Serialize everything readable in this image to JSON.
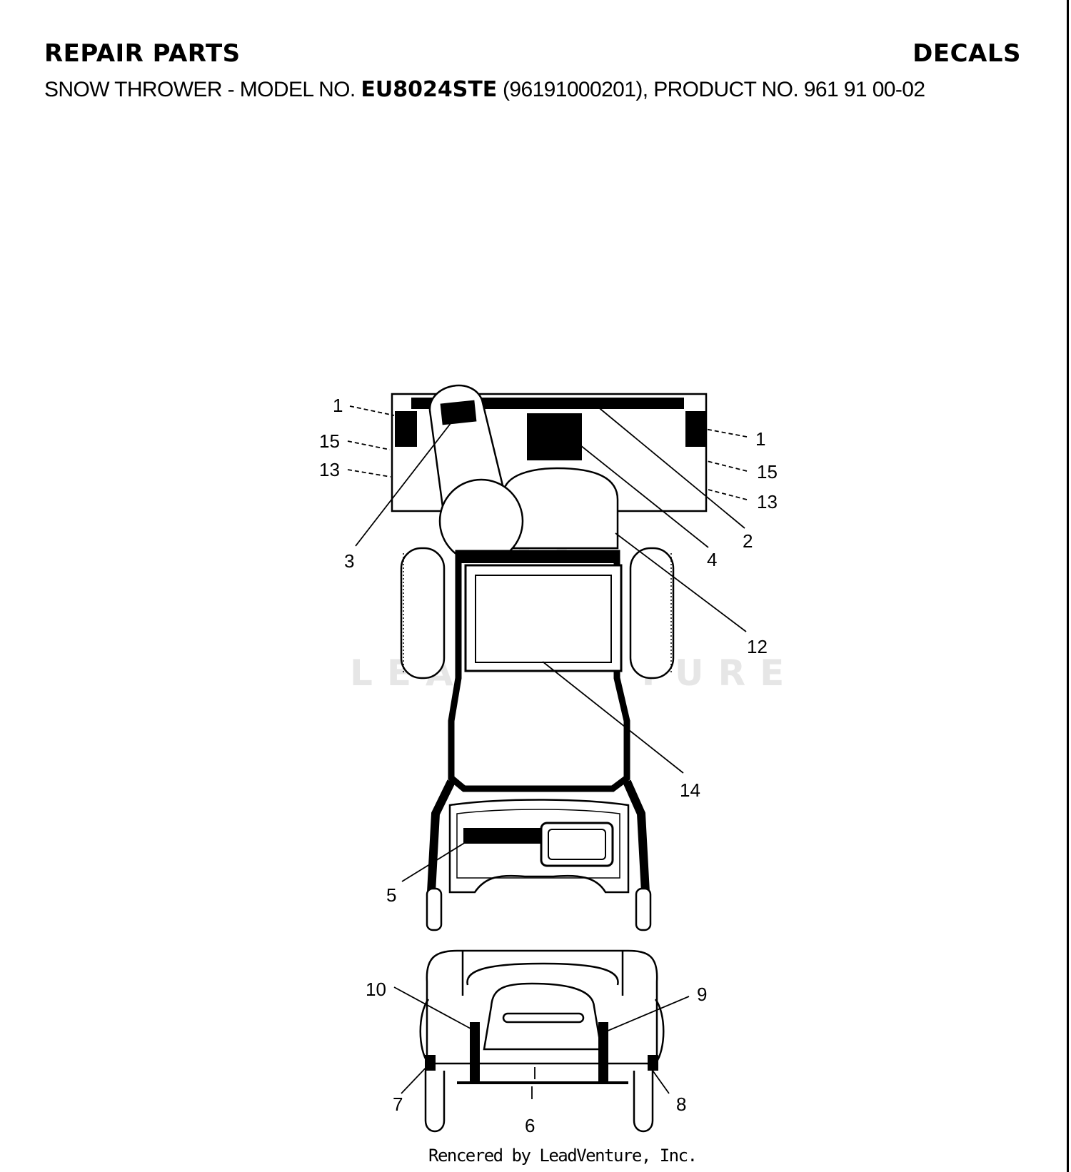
{
  "header": {
    "section_title": "REPAIR PARTS",
    "section_name": "DECALS",
    "subtitle_prefix": "SNOW THROWER - MODEL NO.",
    "model_no": "EU8024STE",
    "subtitle_suffix": "(96191000201), PRODUCT NO. 961 91 00-02"
  },
  "watermark": "LEADVENTURE",
  "callouts": {
    "c1_left": "1",
    "c15_left": "15",
    "c13_left": "13",
    "c1_right": "1",
    "c15_right": "15",
    "c13_right": "13",
    "c2": "2",
    "c3": "3",
    "c4": "4",
    "c12": "12",
    "c14": "14",
    "c5": "5",
    "c10": "10",
    "c9": "9",
    "c7": "7",
    "c8": "8",
    "c6": "6"
  },
  "footer": "Rencered by LeadVenture, Inc."
}
